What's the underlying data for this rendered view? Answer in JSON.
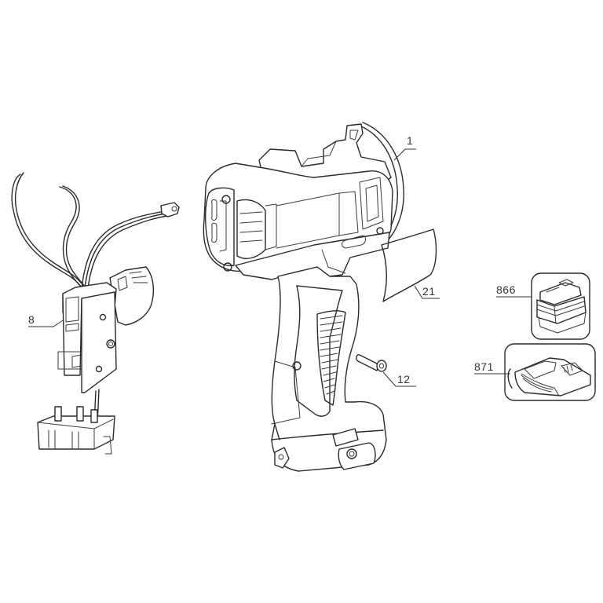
{
  "diagram": {
    "type": "exploded parts diagram",
    "subject": "cordless drill",
    "line_color": "#2a2a2a",
    "background": "#ffffff"
  },
  "parts": [
    {
      "number": "1",
      "description_shape": "motor housing shell"
    },
    {
      "number": "8",
      "description_shape": "trigger switch with wires"
    },
    {
      "number": "12",
      "description_shape": "screw"
    },
    {
      "number": "21",
      "description_shape": "label"
    },
    {
      "number": "866",
      "description_shape": "battery pack"
    },
    {
      "number": "871",
      "description_shape": "charger"
    }
  ],
  "callouts": {
    "housing": "1",
    "switch": "8",
    "screw": "12",
    "label": "21",
    "battery": "866",
    "charger": "871"
  }
}
